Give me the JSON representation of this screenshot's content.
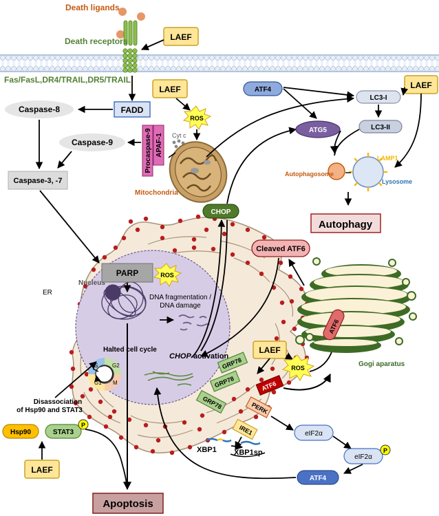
{
  "membrane": {
    "death_ligands": "Death ligands",
    "death_receptors": "Death receptors",
    "receptor_list": "Fas/FasL,DR4/TRAIL,DR5/TRAIL"
  },
  "nodes": {
    "laef": "LAEF",
    "fadd": "FADD",
    "caspase8": "Caspase-8",
    "caspase9": "Caspase-9",
    "caspase37": "Caspase-3, -7",
    "apaf1": "APAF-1",
    "procaspase9": "Procaspase-9",
    "ros": "ROS",
    "cytc": "Cyt c",
    "mitochondria": "Mitochondria",
    "chop": "CHOP",
    "parp": "PARP",
    "nucleus": "Nucleus",
    "er": "ER",
    "dna_damage_1": "DNA fragmentation /",
    "dna_damage_2": "DNA damage",
    "halted_cell_cycle": "Halted cell cycle",
    "chop_italic": "CHOP",
    "chop_activation": " activation",
    "grp78": "GRP78",
    "atf6": "ATF6",
    "perk": "PERK",
    "ire1": "IRE1",
    "xbp1": "XBP1",
    "xbp1sp": "XBP1sp",
    "eif2a": "eIF2α",
    "p": "P",
    "atf4": "ATF4",
    "hsp90": "Hsp90",
    "stat3": "STAT3",
    "dissoc_1": "Disassociation",
    "dissoc_2": "of Hsp90 and STAT3",
    "apoptosis": "Apoptosis",
    "autophagy": "Autophagy",
    "cleaved_atf6": "Cleaved ATF6",
    "golgi": "Gogi aparatus",
    "atg5": "ATG5",
    "lc3i": "LC3-I",
    "lc3ii": "LC3-II",
    "lamp1": "LAMP1",
    "autophagosome": "Autophagosome",
    "lysosome": "Lysosome",
    "phase_s": "S",
    "phase_g2": "G2",
    "phase_m": "M",
    "phase_g1": "G1"
  },
  "colors": {
    "laef_fill": "#ffe699",
    "laef_stroke": "#c9a227",
    "fadd_fill": "#dae3f3",
    "fadd_stroke": "#4472c4",
    "apoptosis_fill": "#c9a0a0",
    "apoptosis_stroke": "#7f1f1f",
    "autophagy_fill": "#f2dcdb",
    "autophagy_stroke": "#a02020",
    "membrane_green": "#8bbf4b",
    "er_fill": "#f5eada",
    "er_stroke": "#a8947a",
    "er_dot": "#b91c1c",
    "nucleus_fill": "#d7cce6",
    "golgi_green": "#3d6b25",
    "golgi_light": "#fbf1d6",
    "chop_fill": "#4f7a2a",
    "atg5_fill": "#7a5fa0",
    "atf4_fill": "#4a72c4",
    "orange_text": "#c55a11",
    "green_text": "#538135",
    "blue_text": "#2e75b6"
  }
}
